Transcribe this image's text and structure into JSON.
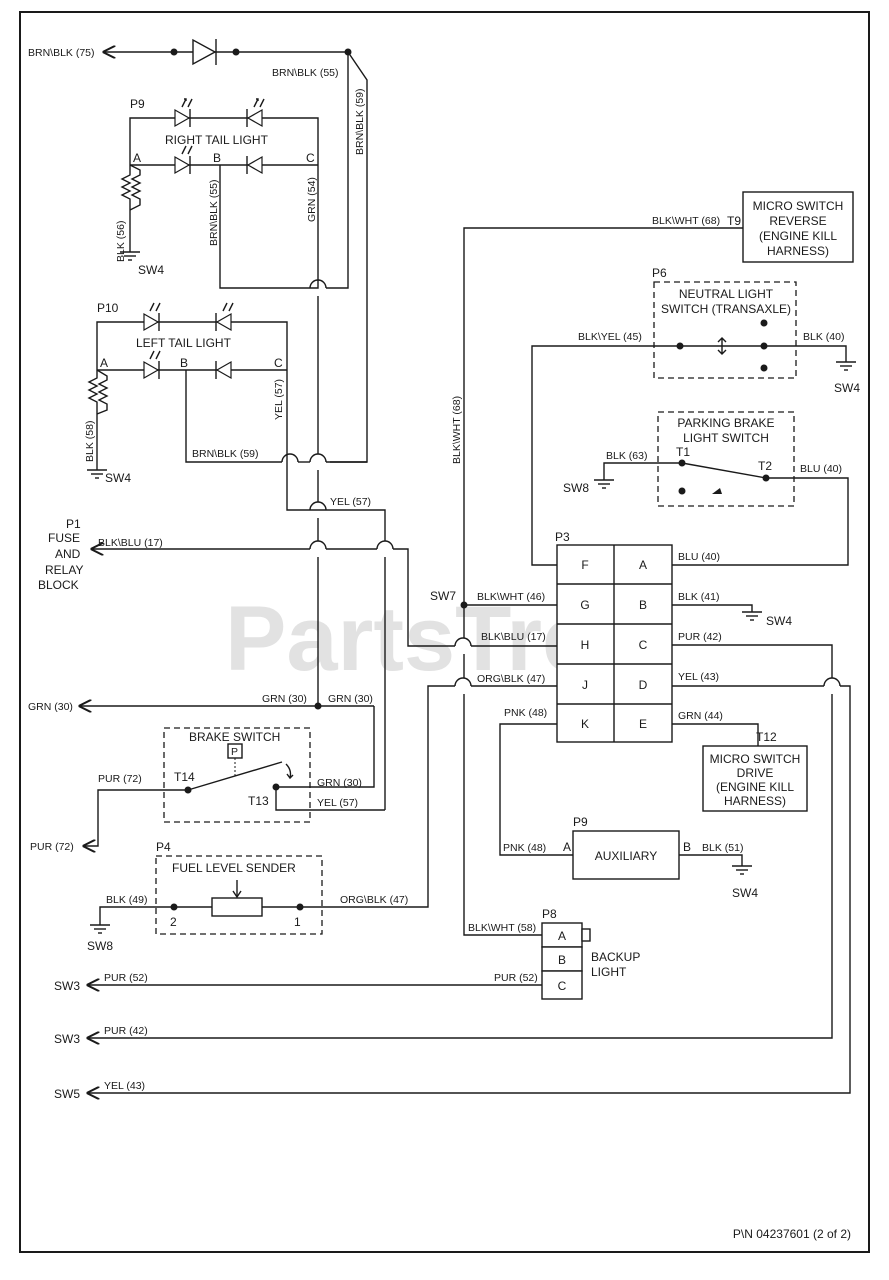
{
  "watermark": "PartsTree",
  "part_number": "P\\N 04237601 (2 of 2)",
  "connectors": {
    "p9_tail": "P9",
    "p10_tail": "P10",
    "p1": "P1",
    "p1_name_1": "FUSE",
    "p1_name_2": "AND",
    "p1_name_3": "RELAY",
    "p1_name_4": "BLOCK",
    "p3": "P3",
    "p4": "P4",
    "p6": "P6",
    "p8": "P8",
    "p9_aux": "P9",
    "t1": "T1",
    "t2": "T2",
    "t9": "T9",
    "t12": "T12",
    "t13": "T13",
    "t14": "T14",
    "sw7": "SW7"
  },
  "components": {
    "right_tail_light": "RIGHT TAIL LIGHT",
    "left_tail_light": "LEFT TAIL LIGHT",
    "micro_reverse_1": "MICRO SWITCH",
    "micro_reverse_2": "REVERSE",
    "micro_reverse_3": "(ENGINE KILL",
    "micro_reverse_4": "HARNESS)",
    "neutral_1": "NEUTRAL LIGHT",
    "neutral_2": "SWITCH (TRANSAXLE)",
    "parking_1": "PARKING BRAKE",
    "parking_2": "LIGHT SWITCH",
    "brake_switch": "BRAKE SWITCH",
    "brake_p": "P",
    "fuel_sender": "FUEL LEVEL SENDER",
    "micro_drive_1": "MICRO SWITCH",
    "micro_drive_2": "DRIVE",
    "micro_drive_3": "(ENGINE KILL",
    "micro_drive_4": "HARNESS)",
    "auxiliary": "AUXILIARY",
    "backup_1": "BACKUP",
    "backup_2": "LIGHT"
  },
  "pins": {
    "a": "A",
    "b": "B",
    "c": "C",
    "d": "D",
    "e": "E",
    "f": "F",
    "g": "G",
    "h": "H",
    "j": "J",
    "k": "K",
    "one": "1",
    "two": "2"
  },
  "grounds": {
    "sw4": "SW4",
    "sw8": "SW8",
    "sw3": "SW3",
    "sw5": "SW5"
  },
  "wires": {
    "brn_blk_75": "BRN\\BLK (75)",
    "brn_blk_55": "BRN\\BLK (55)",
    "brn_blk_59": "BRN\\BLK (59)",
    "grn_54": "GRN (54)",
    "blk_56": "BLK (56)",
    "blk_58": "BLK (58)",
    "yel_57": "YEL (57)",
    "blk_blu_17": "BLK\\BLU (17)",
    "blk_wht_68": "BLK\\WHT (68)",
    "blk_yel_45": "BLK\\YEL (45)",
    "blk_40": "BLK (40)",
    "blk_63": "BLK (63)",
    "blu_40": "BLU (40)",
    "blk_wht_46": "BLK\\WHT (46)",
    "blk_41": "BLK (41)",
    "pur_42": "PUR (42)",
    "org_blk_47": "ORG\\BLK (47)",
    "yel_43": "YEL (43)",
    "pnk_48": "PNK (48)",
    "grn_44": "GRN (44)",
    "grn_30": "GRN (30)",
    "pur_72": "PUR (72)",
    "blk_49": "BLK (49)",
    "blk_51": "BLK (51)",
    "blk_wht_58": "BLK\\WHT (58)",
    "pur_52": "PUR (52)"
  }
}
